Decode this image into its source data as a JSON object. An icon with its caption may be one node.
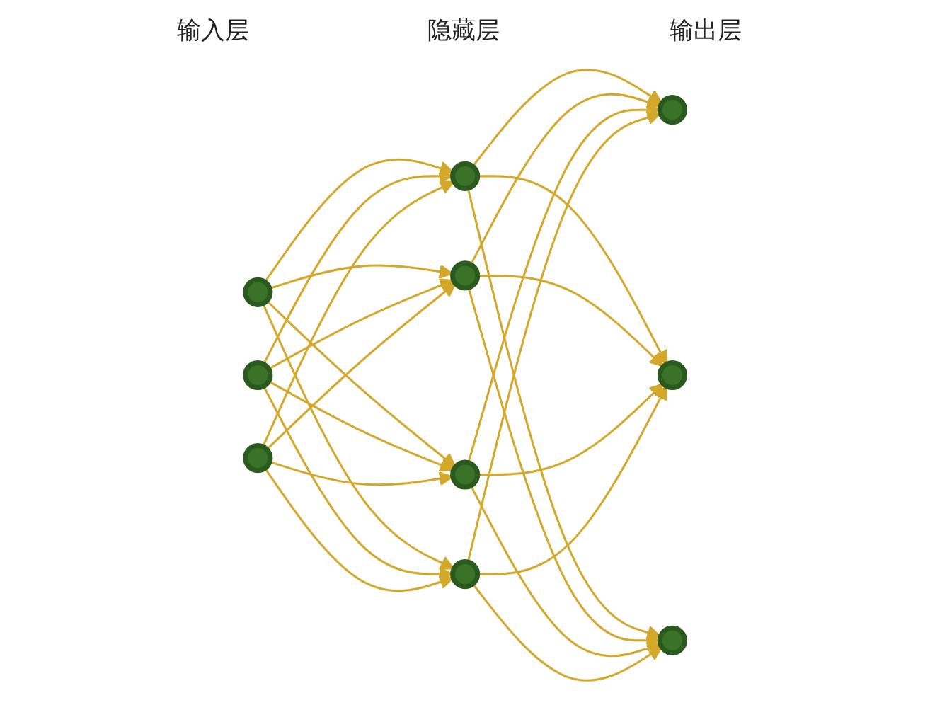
{
  "diagram": {
    "nodes": [
      {
        "text": [],
        "shape": "circle"
      },
      {
        "text": [],
        "shape": "circle"
      },
      {
        "text": [],
        "shape": "circle"
      },
      {
        "text": [],
        "shape": "circle"
      },
      {
        "text": [],
        "shape": "circle"
      },
      {
        "text": [],
        "shape": "circle"
      },
      {
        "text": [],
        "shape": "circle"
      },
      {
        "text": [],
        "shape": "circle"
      },
      {
        "text": [],
        "shape": "circle"
      },
      {
        "text": [],
        "shape": "circle"
      }
    ],
    "edges": [
      {
        "from": 0,
        "to": 3,
        "arrow": "to"
      },
      {
        "from": 0,
        "to": 4,
        "arrow": "to"
      },
      {
        "from": 0,
        "to": 5,
        "arrow": "to"
      },
      {
        "from": 0,
        "to": 6,
        "arrow": "to"
      },
      {
        "from": 1,
        "to": 3,
        "arrow": "to"
      },
      {
        "from": 1,
        "to": 4,
        "arrow": "to"
      },
      {
        "from": 1,
        "to": 5,
        "arrow": "to"
      },
      {
        "from": 1,
        "to": 6,
        "arrow": "to"
      },
      {
        "from": 2,
        "to": 3,
        "arrow": "to"
      },
      {
        "from": 2,
        "to": 4,
        "arrow": "to"
      },
      {
        "from": 2,
        "to": 5,
        "arrow": "to"
      },
      {
        "from": 2,
        "to": 6,
        "arrow": "to"
      },
      {
        "from": 3,
        "to": 7,
        "arrow": "to"
      },
      {
        "from": 3,
        "to": 8,
        "arrow": "to"
      },
      {
        "from": 3,
        "to": 9,
        "arrow": "to"
      },
      {
        "from": 4,
        "to": 7,
        "arrow": "to"
      },
      {
        "from": 4,
        "to": 8,
        "arrow": "to"
      },
      {
        "from": 4,
        "to": 9,
        "arrow": "to"
      },
      {
        "from": 5,
        "to": 7,
        "arrow": "to"
      },
      {
        "from": 5,
        "to": 8,
        "arrow": "to"
      },
      {
        "from": 5,
        "to": 9,
        "arrow": "to"
      },
      {
        "from": 6,
        "to": 7,
        "arrow": "to"
      },
      {
        "from": 6,
        "to": 8,
        "arrow": "to"
      },
      {
        "from": 6,
        "to": 9,
        "arrow": "to"
      }
    ],
    "labels": [
      "隐藏层",
      "输入层",
      "输出层"
    ]
  }
}
